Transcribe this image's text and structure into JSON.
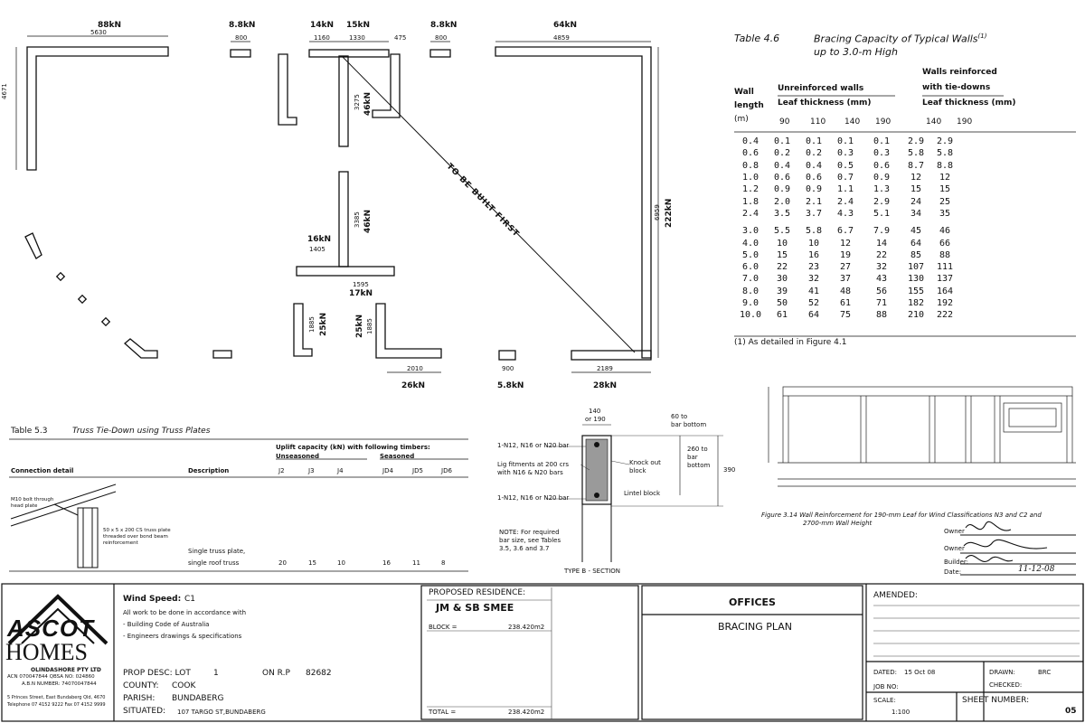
{
  "plan": {
    "loads": {
      "top_left": "88kN",
      "top_left_dim": "5630",
      "left_dim": "4671",
      "l2": "8.8kN",
      "l2_dim": "800",
      "l3": "14kN",
      "l3_dim": "1160",
      "l4": "15kN",
      "l4_dim": "1330",
      "l5_dim": "475",
      "l6": "8.8kN",
      "l6_dim": "800",
      "top_right": "64kN",
      "top_right_dim": "4859",
      "right": "222kN",
      "right_dim": "6959",
      "mid_upper": "46kN",
      "mid_upper_dim": "3275",
      "mid_lower": "46kN",
      "mid_lower_dim": "3385",
      "mid_small": "16kN",
      "mid_small_dim": "1405",
      "mid_base": "17kN",
      "mid_base_dim": "1595",
      "lower_left": "25kN",
      "lower_left_dim": "1885",
      "lower_mid": "25kN",
      "lower_mid_dim": "1885",
      "bottom_26": "26kN",
      "bottom_26_dim": "2010",
      "bottom_58": "5.8kN",
      "bottom_58_dim": "900",
      "bottom_28": "28kN",
      "bottom_28_dim": "2189"
    },
    "diagonal_note": "TO BE BUILT FIRST"
  },
  "table46": {
    "number": "Table 4.6",
    "title_line1": "Bracing Capacity of Typical Walls",
    "title_sup": "(1)",
    "title_line2": "up to 3.0-m High",
    "col_wall": [
      "Wall",
      "length",
      "(m)"
    ],
    "unreinforced": "Unreinforced walls",
    "reinforced_line1": "Walls reinforced",
    "reinforced_line2": "with tie-downs",
    "leaf": "Leaf thickness",
    "unit": "(mm)",
    "thicknesses_u": [
      "90",
      "110",
      "140",
      "190"
    ],
    "thicknesses_r": [
      "140",
      "190"
    ],
    "rows": [
      [
        "0.4",
        "0.1",
        "0.1",
        "0.1",
        "0.1",
        "2.9",
        "2.9"
      ],
      [
        "0.6",
        "0.2",
        "0.2",
        "0.3",
        "0.3",
        "5.8",
        "5.8"
      ],
      [
        "0.8",
        "0.4",
        "0.4",
        "0.5",
        "0.6",
        "8.7",
        "8.8"
      ],
      [
        "1.0",
        "0.6",
        "0.6",
        "0.7",
        "0.9",
        "12",
        "12"
      ],
      [
        "1.2",
        "0.9",
        "0.9",
        "1.1",
        "1.3",
        "15",
        "15"
      ],
      [
        "1.8",
        "2.0",
        "2.1",
        "2.4",
        "2.9",
        "24",
        "25"
      ],
      [
        "2.4",
        "3.5",
        "3.7",
        "4.3",
        "5.1",
        "34",
        "35"
      ],
      [
        "3.0",
        "5.5",
        "5.8",
        "6.7",
        "7.9",
        "45",
        "46"
      ],
      [
        "4.0",
        "10",
        "10",
        "12",
        "14",
        "64",
        "66"
      ],
      [
        "5.0",
        "15",
        "16",
        "19",
        "22",
        "85",
        "88"
      ],
      [
        "6.0",
        "22",
        "23",
        "27",
        "32",
        "107",
        "111"
      ],
      [
        "7.0",
        "30",
        "32",
        "37",
        "43",
        "130",
        "137"
      ],
      [
        "8.0",
        "39",
        "41",
        "48",
        "56",
        "155",
        "164"
      ],
      [
        "9.0",
        "50",
        "52",
        "61",
        "71",
        "182",
        "192"
      ],
      [
        "10.0",
        "61",
        "64",
        "75",
        "88",
        "210",
        "222"
      ]
    ],
    "footnote": "(1) As detailed in Figure 4.1"
  },
  "table53": {
    "number": "Table 5.3",
    "title": "Truss Tie-Down using Truss Plates",
    "uplift": "Uplift capacity (kN) with following timbers:",
    "unseasoned": "Unseasoned",
    "seasoned": "Seasoned",
    "col_connection": "Connection detail",
    "col_description": "Description",
    "cols": [
      "J2",
      "J3",
      "J4",
      "JD4",
      "JD5",
      "JD6"
    ],
    "bolt_note_1": "M10 bolt through",
    "bolt_note_2": "head plate",
    "plate_note_1": "50 x 5 x 200 CS truss plate",
    "plate_note_2": "threaded over bond beam",
    "plate_note_3": "reinforcement",
    "desc_1": "Single truss plate,",
    "desc_2": "single roof truss",
    "values": [
      "20",
      "15",
      "10",
      "16",
      "11",
      "8"
    ]
  },
  "section": {
    "dim_top": "140",
    "dim_top2": "or 190",
    "bar_top": "1-N12, N16 or N20 bar",
    "ligs_1": "Lig fitments at 200 crs",
    "ligs_2": "with N16 & N20 bars",
    "bar_bottom": "1-N12, N16 or N20 bar",
    "knock_1": "Knock out",
    "knock_2": "block",
    "lintel": "Lintel block",
    "d60_1": "60 to",
    "d60_2": "bar bottom",
    "d260_1": "260 to",
    "d260_2": "bar",
    "d260_3": "bottom",
    "d390": "390",
    "note_1": "NOTE:  For required",
    "note_2": "bar size, see Tables",
    "note_3": "3.5, 3.6 and 3.7",
    "caption": "TYPE B - SECTION"
  },
  "figure314": {
    "caption_1": "Figure 3.14   Wall Reinforcement for 190-mm Leaf for Wind Classifications N3 and C2 and",
    "caption_2": "2700-mm Wall Height"
  },
  "signatures": {
    "owner1": "Owner",
    "owner2": "Owner",
    "builder": "Builder:",
    "date": "Date:",
    "date_value": "11-12-08"
  },
  "title_block": {
    "brand_1": "ASCOT",
    "brand_2": "HOMES",
    "company": "OLINDASHORE PTY LTD",
    "acn": "ACN 070047844 QBSA NO: 024860",
    "abn": "A.B.N NUMBER: 74070047844",
    "address": "5 Princes Street, East Bundaberg Qld, 4670",
    "phone": "Telephone 07 4152 9222  Fax 07 4152 9999",
    "wind_label": "Wind Speed:",
    "wind_value": "C1",
    "work_1": "All work to be done in accordance with",
    "work_2": "- Building Code of Australia",
    "work_3": "- Engineers drawings & specifications",
    "prop_desc_label": "PROP DESC: LOT",
    "lot": "1",
    "on_rp_label": "ON R.P",
    "rp": "82682",
    "county_label": "COUNTY:",
    "county": "COOK",
    "parish_label": "PARISH:",
    "parish": "BUNDABERG",
    "situated_label": "SITUATED:",
    "situated": "107 TARGO ST,BUNDABERG",
    "proposed": "PROPOSED RESIDENCE:",
    "client": "JM & SB SMEE",
    "block_label": "BLOCK =",
    "block_value": "238.420m2",
    "total_label": "TOTAL =",
    "total_value": "238.420m2",
    "offices": "OFFICES",
    "bracing_plan": "BRACING PLAN",
    "amended": "AMENDED:",
    "dated_label": "DATED:",
    "dated": "15 Oct 08",
    "drawn_label": "DRAWN:",
    "drawn": "BRC",
    "job_label": "JOB NO:",
    "checked_label": "CHECKED:",
    "scale_label": "SCALE:",
    "scale": "1:100",
    "sheet_label": "SHEET NUMBER:",
    "sheet": "05"
  }
}
